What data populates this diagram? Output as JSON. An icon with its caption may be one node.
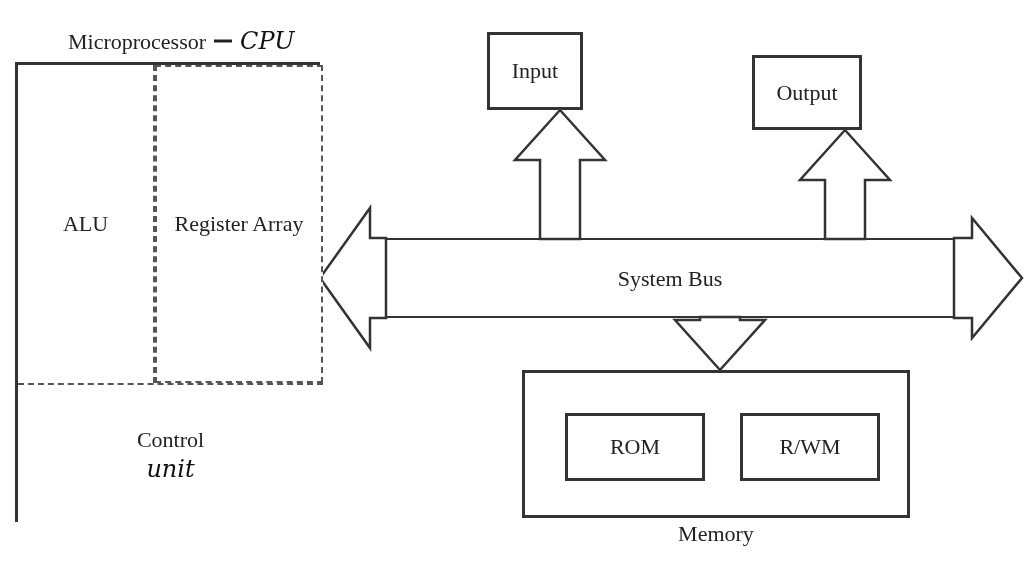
{
  "diagram": {
    "nodes": [
      {
        "text": [
          "Microprocessor"
        ],
        "beside": [
          "CPU"
        ]
      },
      {
        "text": [
          "ALU"
        ],
        "in": 0
      },
      {
        "text": [
          "Register Array"
        ],
        "in": 0
      },
      {
        "text": [
          "Control",
          "unit"
        ],
        "in": 0
      },
      {
        "text": [
          "Input"
        ]
      },
      {
        "text": [
          "Output"
        ]
      },
      {
        "text": [
          "System Bus"
        ]
      },
      {
        "text": [
          "Memory"
        ]
      },
      {
        "text": [
          "ROM"
        ],
        "in": 7
      },
      {
        "text": [
          "R/WM"
        ],
        "in": 7
      }
    ],
    "edges": [
      {
        "from": 6,
        "to": 0,
        "arrow": "to"
      },
      {
        "from": 6,
        "to": 4,
        "arrow": "to"
      },
      {
        "from": 6,
        "to": 5,
        "arrow": "to"
      },
      {
        "from": 6,
        "to": 7,
        "arrow": "to"
      },
      {
        "from": 6,
        "to": null,
        "arrow": "to"
      }
    ]
  }
}
